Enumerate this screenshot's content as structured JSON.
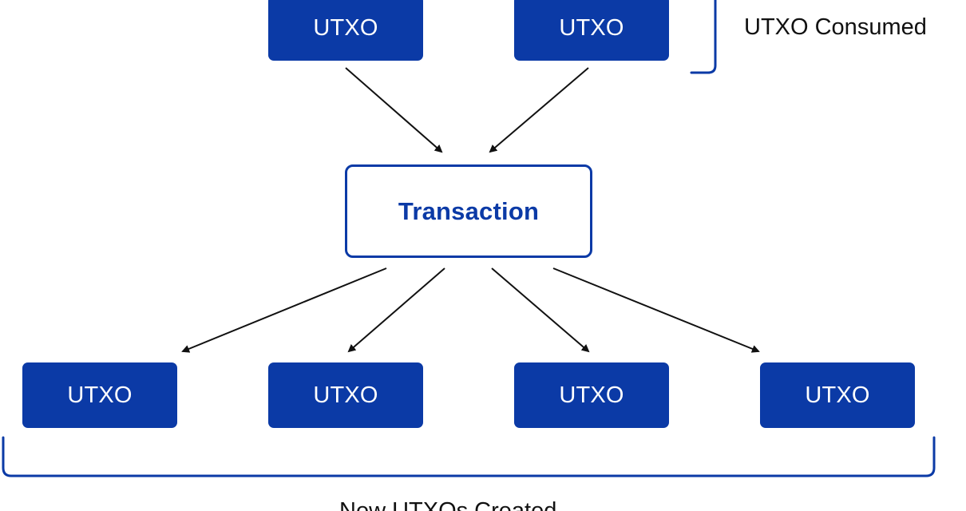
{
  "colors": {
    "node_fill": "#0b3aa6",
    "node_text": "#ffffff",
    "transaction_border": "#0b3aa6",
    "transaction_text": "#0b3aa6",
    "arrow": "#111111",
    "bracket": "#0b3aa6",
    "label_text": "#111111"
  },
  "inputs": [
    {
      "label": "UTXO"
    },
    {
      "label": "UTXO"
    }
  ],
  "transaction": {
    "label": "Transaction"
  },
  "outputs": [
    {
      "label": "UTXO"
    },
    {
      "label": "UTXO"
    },
    {
      "label": "UTXO"
    },
    {
      "label": "UTXO"
    }
  ],
  "labels": {
    "consumed": "UTXO Consumed",
    "created": "New UTXOs Created"
  },
  "edges": [
    {
      "from": "input-0",
      "to": "transaction"
    },
    {
      "from": "input-1",
      "to": "transaction"
    },
    {
      "from": "transaction",
      "to": "output-0"
    },
    {
      "from": "transaction",
      "to": "output-1"
    },
    {
      "from": "transaction",
      "to": "output-2"
    },
    {
      "from": "transaction",
      "to": "output-3"
    }
  ]
}
